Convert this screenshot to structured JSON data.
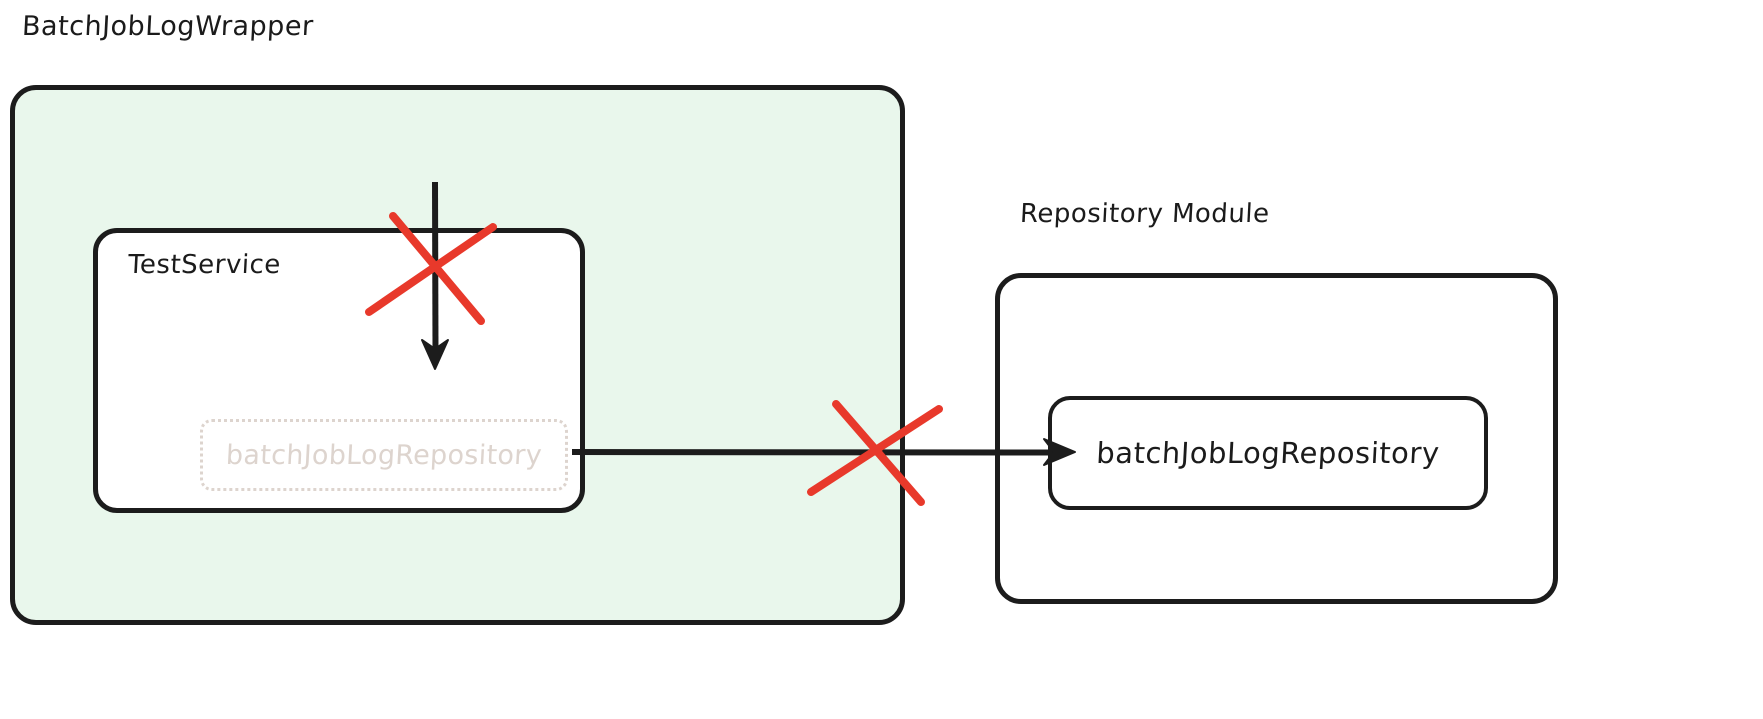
{
  "diagram": {
    "title": "BatchJobLogWrapper",
    "background_color": "#ffffff",
    "stroke_color": "#1c1c1c",
    "accent_red": "#e8392b",
    "faded_color": "#ddd4ce",
    "wrapper_fill": "#e9f7ec"
  },
  "wrapper": {
    "title": "BatchJobLogWrapper",
    "service": {
      "label": "TestService",
      "injected_field": {
        "label": "batchJobLogRepository",
        "state": "faded-dotted"
      }
    }
  },
  "repository_module": {
    "label": "Repository Module",
    "bean": {
      "label": "batchJobLogRepository"
    }
  },
  "connections": {
    "injection_arrow": {
      "name": "vertical-injection-arrow",
      "direction": "down",
      "blocked": true,
      "blocked_marker": "red-x"
    },
    "lookup_arrow": {
      "name": "horizontal-lookup-arrow",
      "direction": "right",
      "blocked": true,
      "blocked_marker": "red-x"
    }
  },
  "markers": {
    "cross_1_name": "red-x-icon",
    "cross_2_name": "red-x-icon"
  }
}
